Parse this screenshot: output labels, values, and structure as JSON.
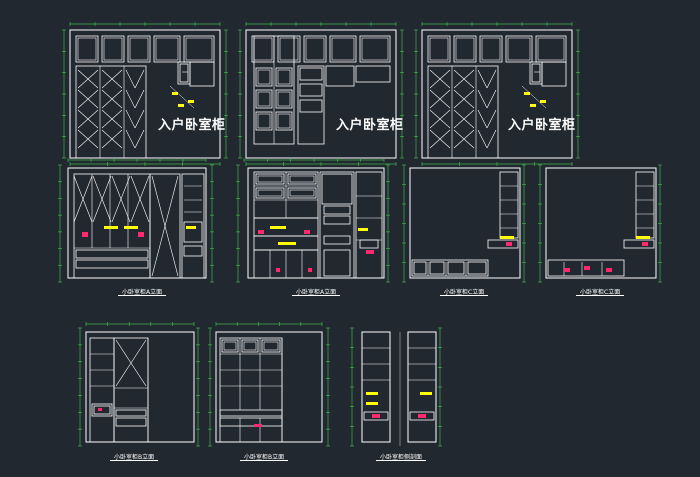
{
  "drawing": {
    "background": "#212830",
    "line_color": "#ffffff",
    "dimension_color": "#3fb24a",
    "tag_color": "#ffff00",
    "highlight_color": "#ff2a6d"
  },
  "labels": {
    "entry_1": "入户卧室柜",
    "entry_2": "入户卧室柜",
    "entry_3": "入户卧室柜",
    "cap_a1": "小卧室柜A立面",
    "cap_a2": "小卧室柜A立面",
    "cap_c1": "小卧室柜C立面",
    "cap_c2": "小卧室柜C立面",
    "cap_b1": "小卧室柜B立面",
    "cap_b2": "小卧室柜B立面",
    "cap_side": "小卧室柜侧剖面"
  }
}
